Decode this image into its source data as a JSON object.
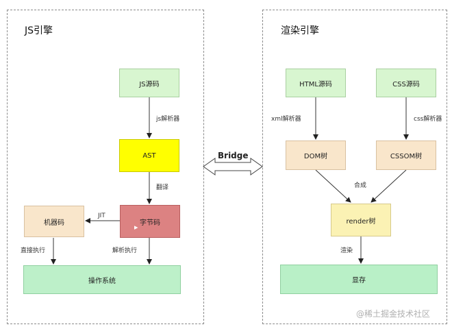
{
  "js_engine": {
    "title": "JS引擎",
    "nodes": {
      "js_source": "JS源码",
      "ast": "AST",
      "bytecode": "字节码",
      "machine_code": "机器码",
      "os": "操作系统"
    },
    "edges": {
      "js_parser": "js解析器",
      "translate": "翻译",
      "jit": "JIT",
      "direct_exec": "直接执行",
      "interpret_exec": "解析执行"
    }
  },
  "bridge": {
    "label": "Bridge"
  },
  "render_engine": {
    "title": "渲染引擎",
    "nodes": {
      "html_source": "HTML源码",
      "css_source": "CSS源码",
      "dom_tree": "DOM树",
      "cssom_tree": "CSSOM树",
      "render_tree": "render树",
      "display": "显存"
    },
    "edges": {
      "xml_parser": "xml解析器",
      "css_parser": "css解析器",
      "compose": "合成",
      "render": "渲染"
    }
  },
  "watermark": "@稀土掘金技术社区"
}
